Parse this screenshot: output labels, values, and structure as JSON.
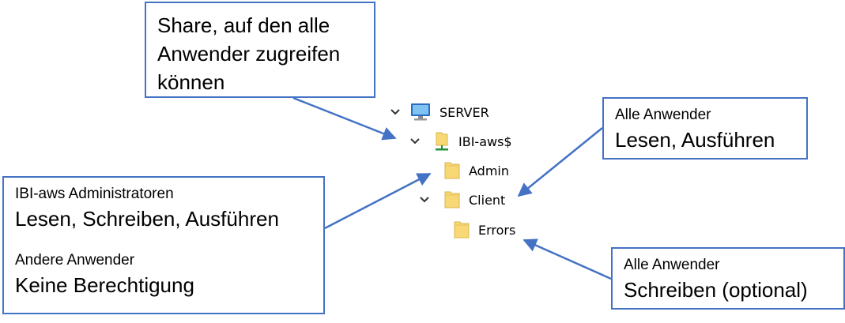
{
  "callouts": {
    "share": {
      "lines": [
        "Share, auf den alle",
        "Anwender zugreifen",
        "können"
      ]
    },
    "admin": {
      "group1_title": "IBI-aws Administratoren",
      "group1_rights": "Lesen, Schreiben, Ausführen",
      "group2_title": "Andere Anwender",
      "group2_rights": "Keine Berechtigung"
    },
    "client": {
      "title": "Alle Anwender",
      "rights": "Lesen, Ausführen"
    },
    "errors": {
      "title": "Alle Anwender",
      "rights": "Schreiben (optional)"
    }
  },
  "tree": {
    "server": {
      "label": "SERVER",
      "icon": "computer-icon",
      "expanded": true
    },
    "share": {
      "label": "IBI-aws$",
      "icon": "network-share-icon",
      "expanded": true
    },
    "admin": {
      "label": "Admin",
      "icon": "folder-icon"
    },
    "client": {
      "label": "Client",
      "icon": "folder-icon",
      "expanded": true
    },
    "errors": {
      "label": "Errors",
      "icon": "folder-icon"
    }
  },
  "colors": {
    "accent": "#4472c4",
    "folder": "#f8d775",
    "folder_edge": "#d8b44a"
  }
}
